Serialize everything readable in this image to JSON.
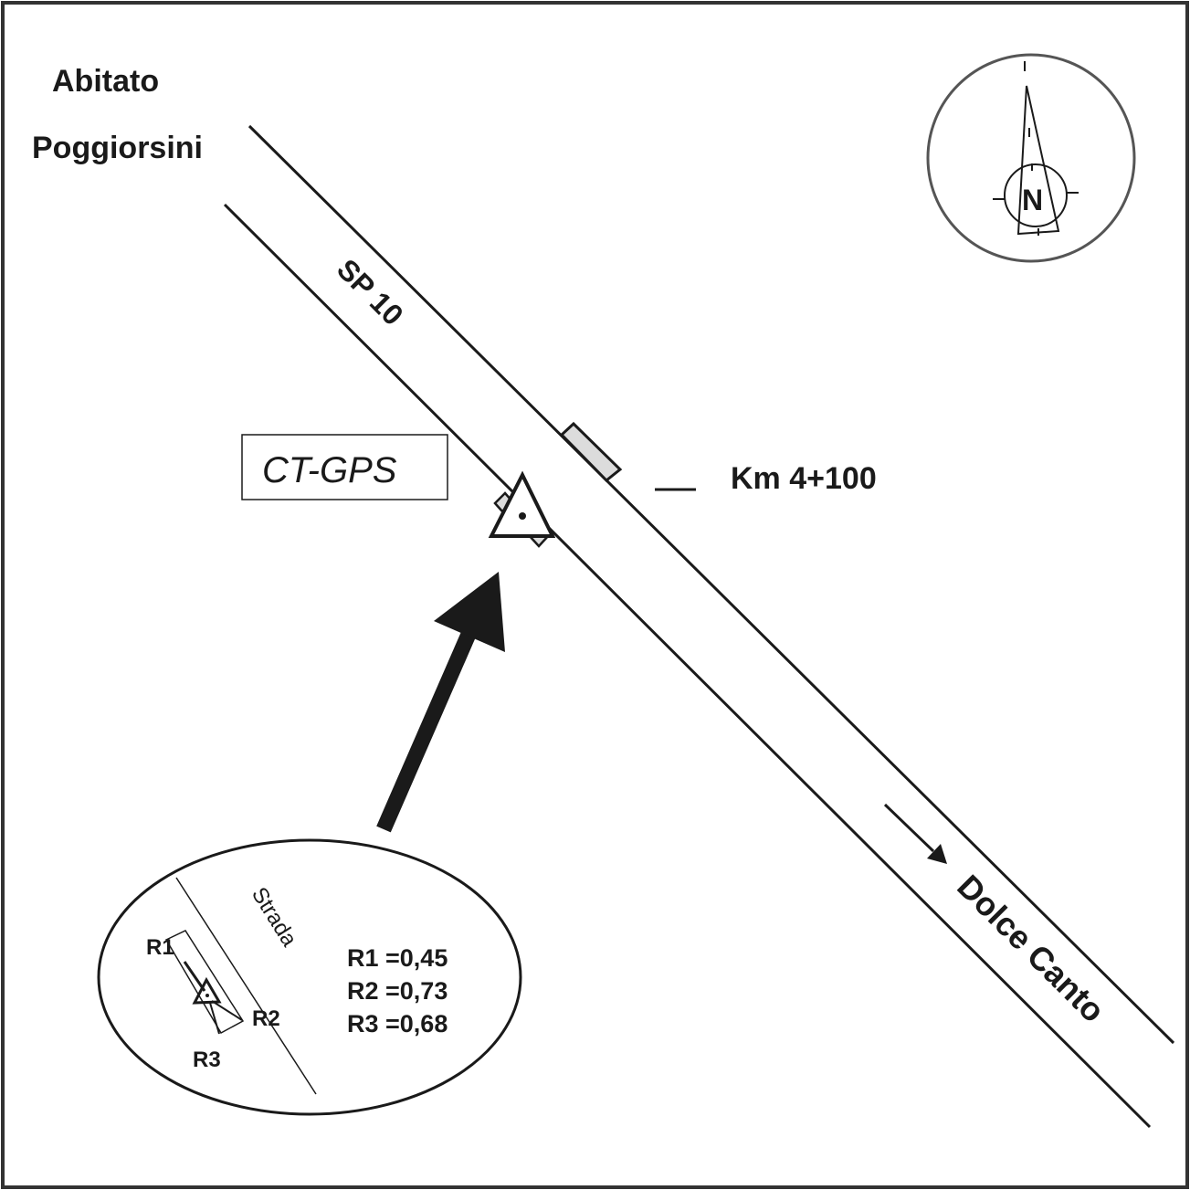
{
  "map": {
    "locality_line1": "Abitato",
    "locality_line2": "Poggiorsini",
    "road_name": "SP 10",
    "station_label": "CT-GPS",
    "kilometre_marker": "Km 4+100",
    "destination": "Dolce Canto",
    "north_label": "N",
    "colors": {
      "ink": "#1a1a1a",
      "frame": "#333333",
      "compass_ring": "#555555",
      "marker_fill": "#dcdcdc"
    }
  },
  "inset": {
    "road_label": "Strada",
    "direction_labels": [
      "R1",
      "R2",
      "R3"
    ],
    "readings": [
      {
        "name": "R1",
        "value": "0,45",
        "text": "R1 =0,45"
      },
      {
        "name": "R2",
        "value": "0,73",
        "text": "R2 =0,73"
      },
      {
        "name": "R3",
        "value": "0,68",
        "text": "R3 =0,68"
      }
    ]
  }
}
